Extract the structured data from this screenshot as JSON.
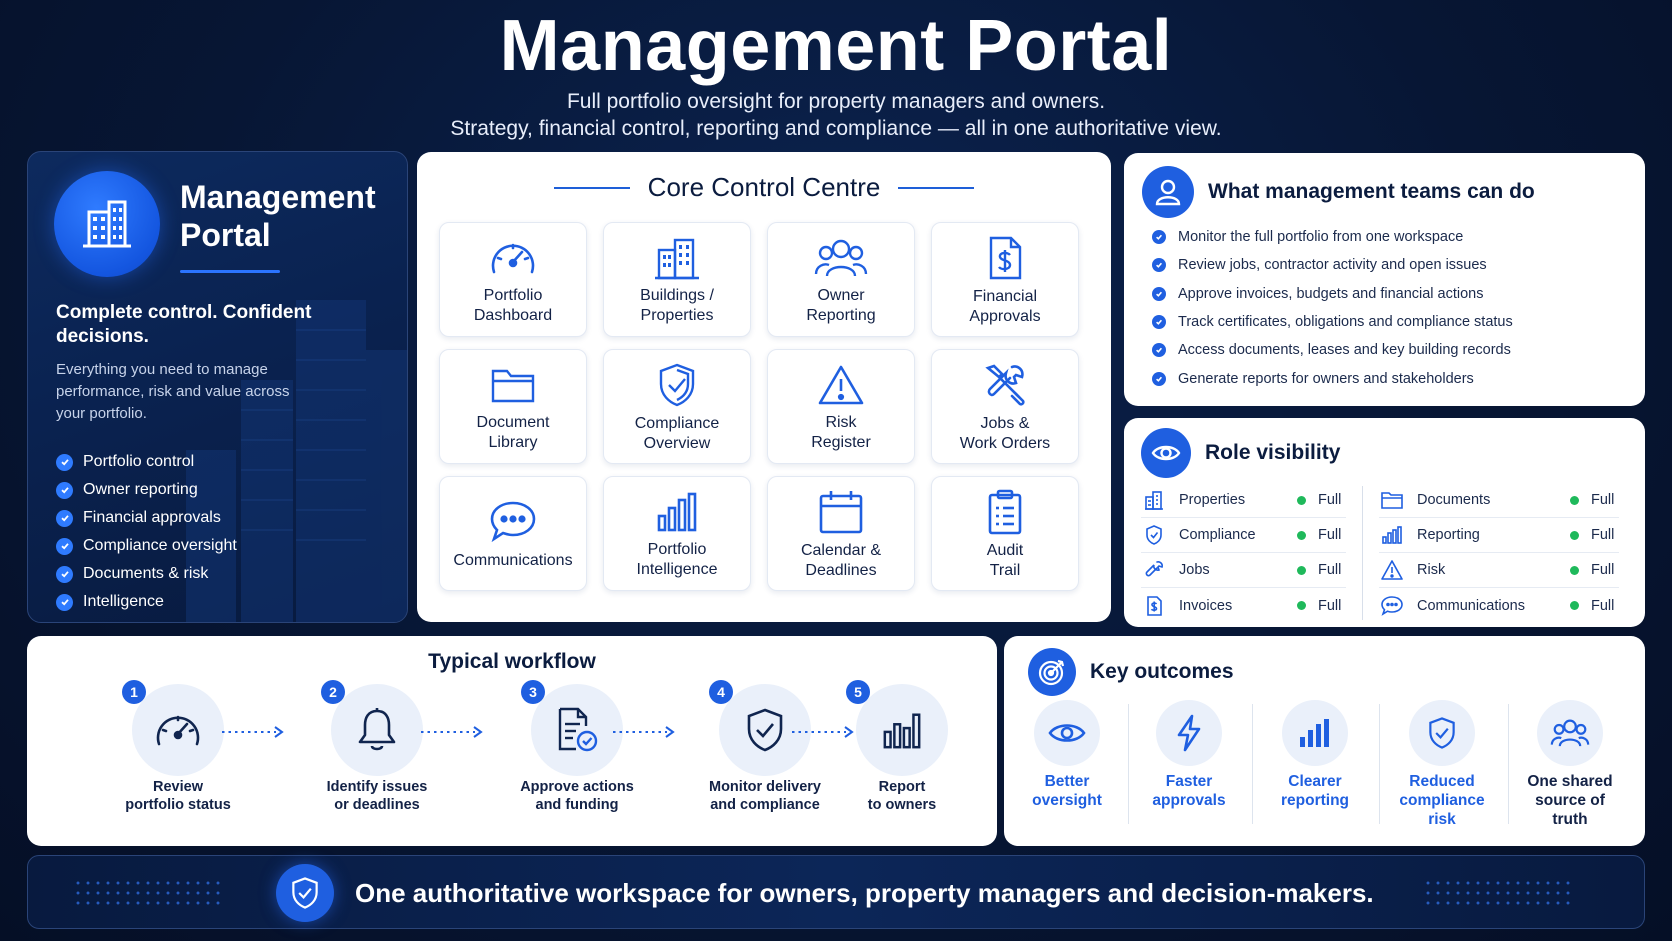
{
  "header": {
    "title": "Management Portal",
    "subtitle_line1": "Full portfolio oversight for property managers and owners.",
    "subtitle_line2": "Strategy, financial control, reporting and compliance — all in one authoritative view."
  },
  "hero": {
    "title": "Management Portal",
    "tagline": "Complete control. Confident decisions.",
    "description": "Everything you need to manage performance, risk and value across your portfolio.",
    "features": [
      "Portfolio control",
      "Owner reporting",
      "Financial approvals",
      "Compliance oversight",
      "Documents & risk",
      "Intelligence"
    ]
  },
  "core": {
    "title": "Core Control Centre",
    "tiles": [
      {
        "label": "Portfolio\nDashboard",
        "icon": "gauge-icon"
      },
      {
        "label": "Buildings /\nProperties",
        "icon": "building-icon"
      },
      {
        "label": "Owner\nReporting",
        "icon": "users-icon"
      },
      {
        "label": "Financial\nApprovals",
        "icon": "dollar-document-icon"
      },
      {
        "label": "Document\nLibrary",
        "icon": "folder-icon"
      },
      {
        "label": "Compliance\nOverview",
        "icon": "shield-check-icon"
      },
      {
        "label": "Risk\nRegister",
        "icon": "warning-icon"
      },
      {
        "label": "Jobs &\nWork Orders",
        "icon": "tools-icon"
      },
      {
        "label": "Communications",
        "icon": "chat-icon"
      },
      {
        "label": "Portfolio\nIntelligence",
        "icon": "bar-chart-icon"
      },
      {
        "label": "Calendar &\nDeadlines",
        "icon": "calendar-icon"
      },
      {
        "label": "Audit\nTrail",
        "icon": "clipboard-icon"
      }
    ]
  },
  "what": {
    "title": "What management teams can do",
    "items": [
      "Monitor the full portfolio from one workspace",
      "Review jobs, contractor activity and open issues",
      "Approve invoices, budgets and financial actions",
      "Track certificates, obligations and compliance status",
      "Access documents, leases and key building records",
      "Generate reports for owners and stakeholders"
    ]
  },
  "role": {
    "title": "Role visibility",
    "left": [
      {
        "name": "Properties",
        "level": "Full",
        "icon": "building-icon"
      },
      {
        "name": "Compliance",
        "level": "Full",
        "icon": "shield-icon"
      },
      {
        "name": "Jobs",
        "level": "Full",
        "icon": "wrench-icon"
      },
      {
        "name": "Invoices",
        "level": "Full",
        "icon": "invoice-icon"
      }
    ],
    "right": [
      {
        "name": "Documents",
        "level": "Full",
        "icon": "folder-icon"
      },
      {
        "name": "Reporting",
        "level": "Full",
        "icon": "bar-chart-icon"
      },
      {
        "name": "Risk",
        "level": "Full",
        "icon": "warning-icon"
      },
      {
        "name": "Communications",
        "level": "Full",
        "icon": "chat-icon"
      }
    ]
  },
  "workflow": {
    "title": "Typical workflow",
    "steps": [
      {
        "num": "1",
        "label": "Review\nportfolio status",
        "icon": "gauge-icon"
      },
      {
        "num": "2",
        "label": "Identify issues\nor deadlines",
        "icon": "bell-icon"
      },
      {
        "num": "3",
        "label": "Approve actions\nand funding",
        "icon": "document-check-icon"
      },
      {
        "num": "4",
        "label": "Monitor delivery\nand compliance",
        "icon": "shield-check-icon"
      },
      {
        "num": "5",
        "label": "Report\nto owners",
        "icon": "bar-chart-icon"
      }
    ]
  },
  "outcomes": {
    "title": "Key outcomes",
    "items": [
      {
        "label": "Better\noversight",
        "icon": "eye-icon"
      },
      {
        "label": "Faster\napprovals",
        "icon": "lightning-icon"
      },
      {
        "label": "Clearer\nreporting",
        "icon": "bar-chart-icon"
      },
      {
        "label": "Reduced\ncompliance\nrisk",
        "icon": "shield-check-icon"
      },
      {
        "label": "One shared\nsource of\ntruth",
        "icon": "users-icon"
      }
    ]
  },
  "footer": {
    "text": "One authoritative workspace for owners, property managers and decision-makers."
  },
  "colors": {
    "accent": "#1f5fe0",
    "background": "#071634",
    "status_full": "#1fb95b"
  }
}
